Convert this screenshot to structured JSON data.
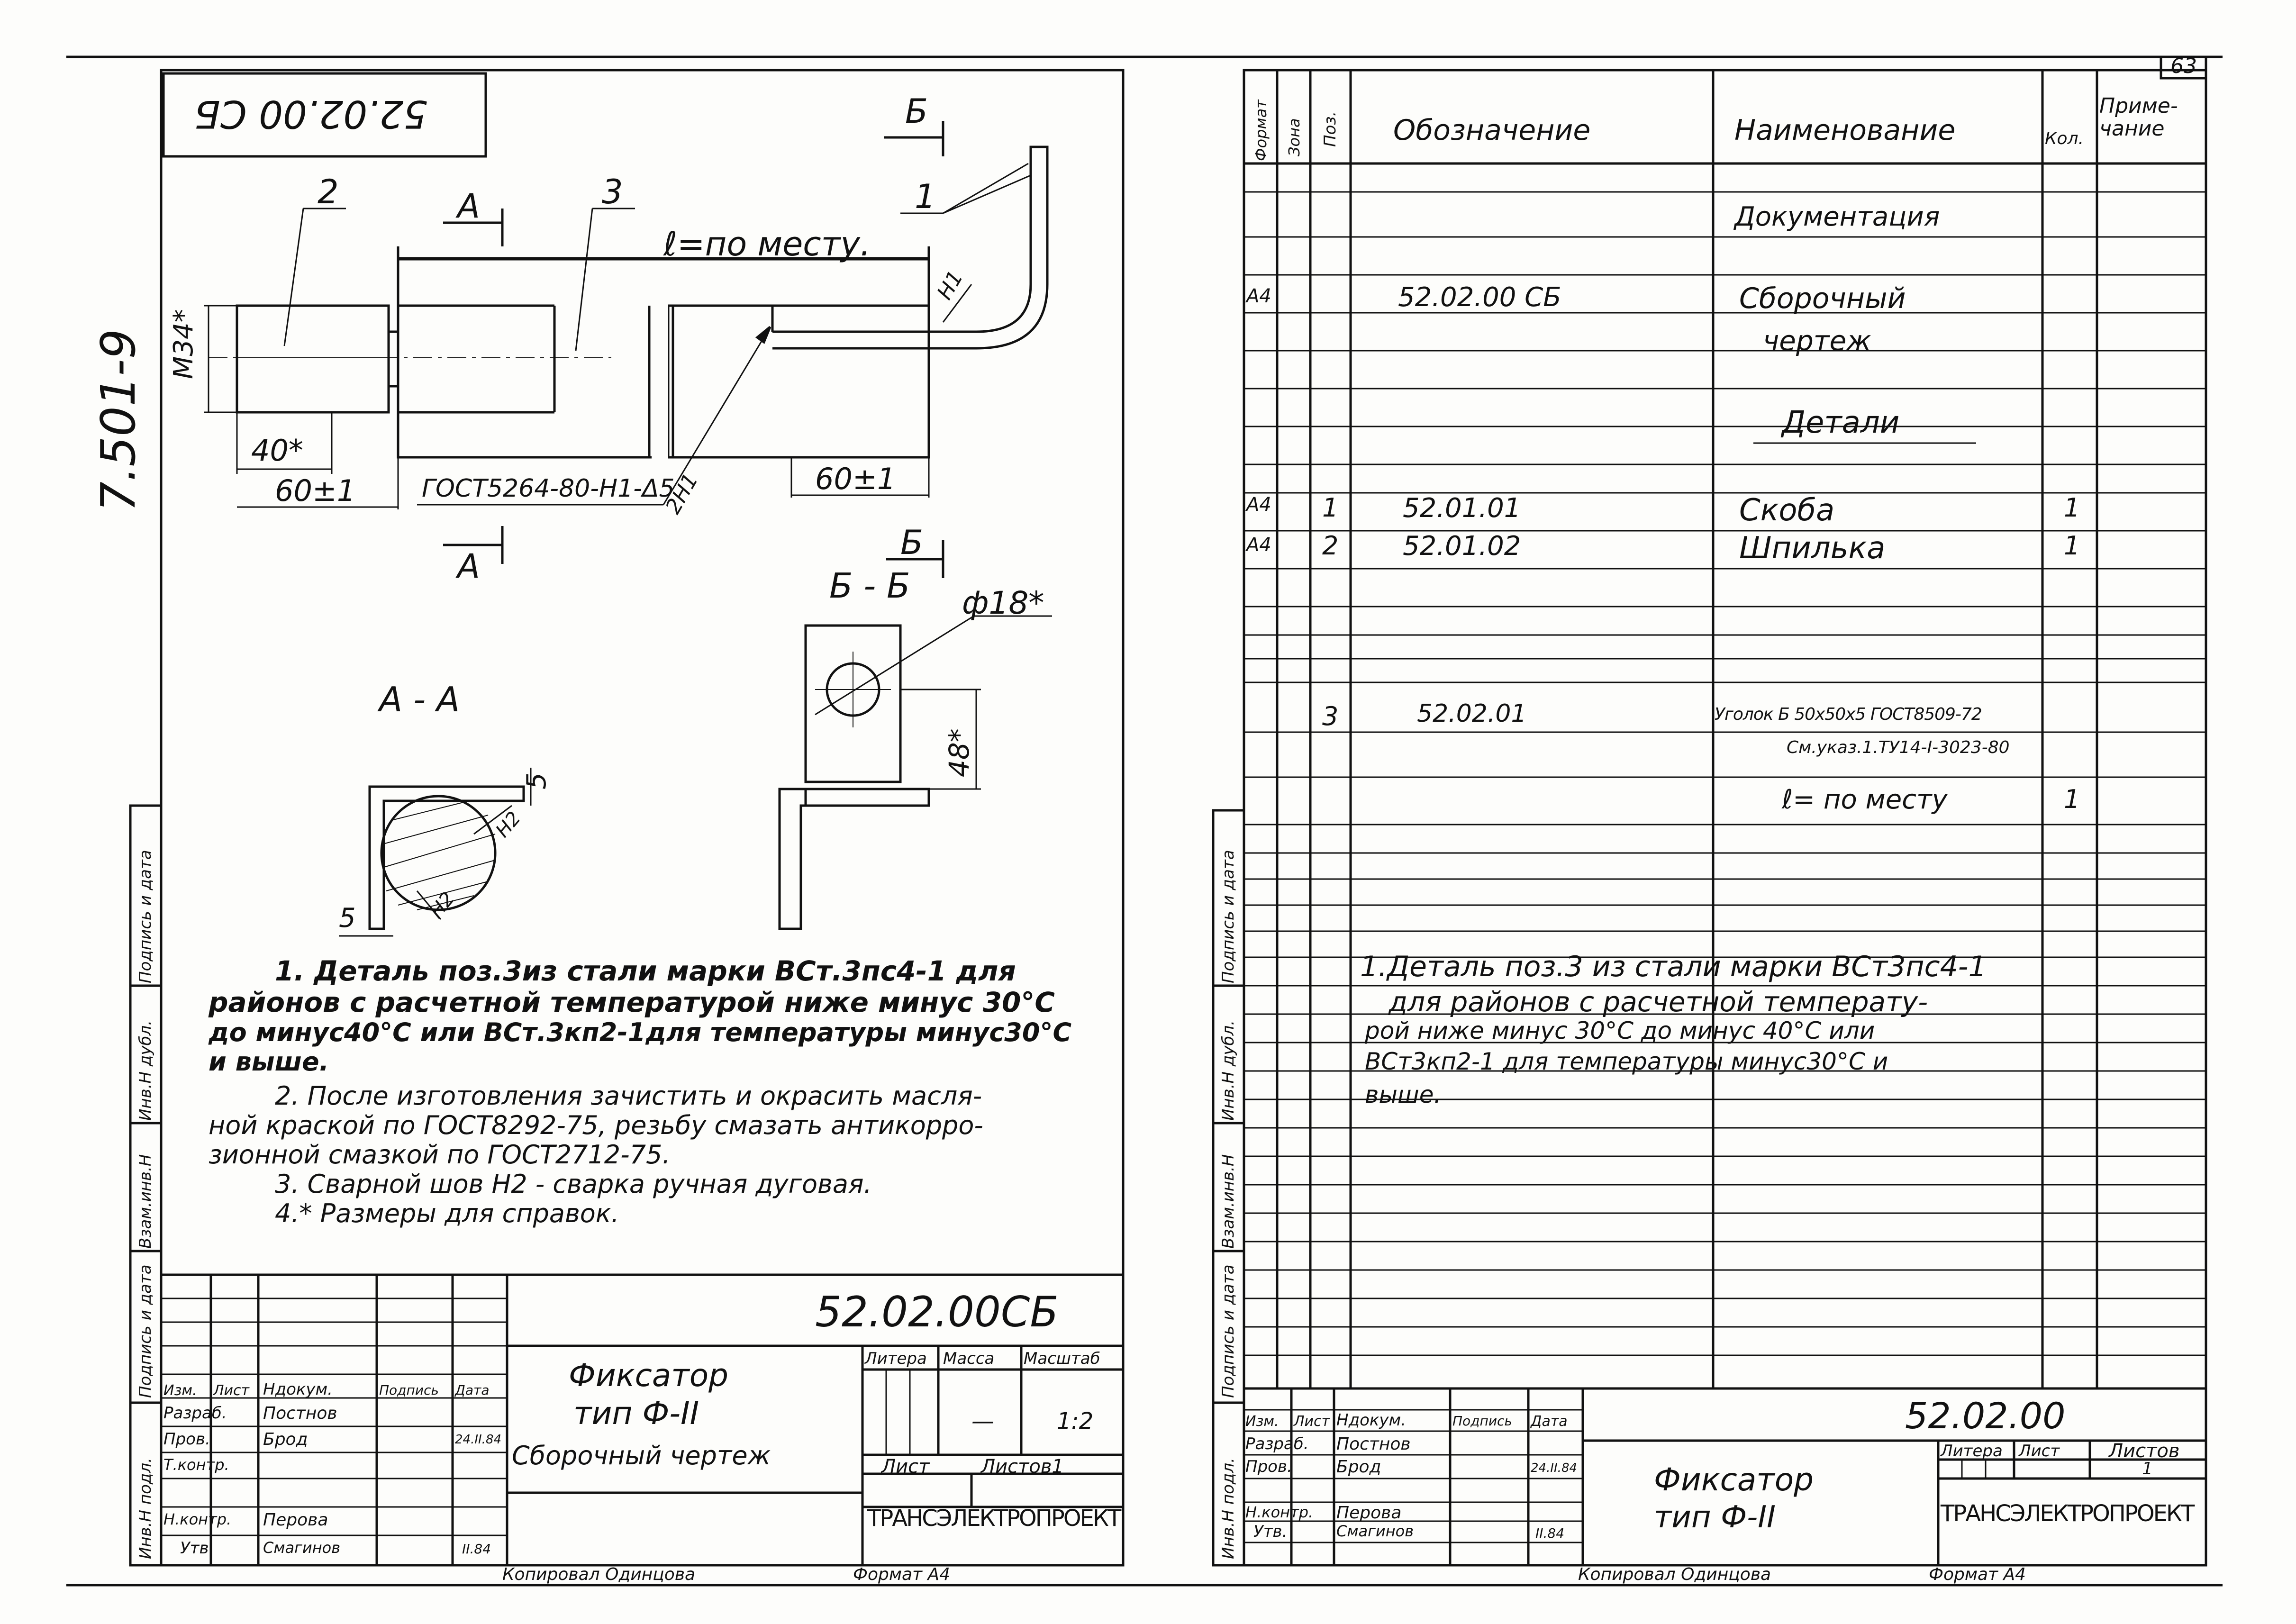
{
  "page_number": "63",
  "left_sheet": {
    "top_code_rotated": "52.02.00 СБ",
    "side_code": "7.501-9",
    "view_b_marker": "Б",
    "leader_1": "1",
    "leader_2": "2",
    "leader_3": "3",
    "section_a_marker": "А",
    "length_note": "ℓ=по месту.",
    "dim_m": "М34*",
    "dim_40": "40*",
    "dim_60_left": "60±1",
    "dim_60_right": "60±1",
    "weld_gost": "ГОСТ5264-80-Н1-Δ5",
    "weld_2h1": "2Н1",
    "weld_h1": "Н1",
    "section_bb": "Б - Б",
    "dim_phi18": "ф18*",
    "dim_48": "48*",
    "section_aa": "А - А",
    "dim_5_top": "5",
    "dim_5_left": "5",
    "weld_h2_a": "Н2",
    "weld_h2_b": "Н2",
    "notes": [
      "1.  Деталь поз.3из стали марки ВСт.3пс4-1 для",
      "районов с расчетной температурой ниже минус 30°С",
      "до минус40°С или ВСт.3кп2-1для температуры минус30°С",
      "и выше.",
      "2. После изготовления зачистить и окрасить масля-",
      "ной краской по ГОСТ8292-75, резьбу смазать антикорро-",
      "зионной смазкой по ГОСТ2712-75.",
      "3.  Сварной шов Н2 - сварка ручная дуговая.",
      "4.* Размеры для справок."
    ],
    "side_labels": [
      "Инв.Н подл.",
      "Подпись и дата",
      "Взам.инв.Н",
      "Инв.Н дубл.",
      "Подпись и дата"
    ],
    "title_block": {
      "code": "52.02.00СБ",
      "name_line1": "Фиксатор",
      "name_line2": "тип Ф-II",
      "name_line3": "Сборочный чертеж",
      "hdr_litera": "Литера",
      "hdr_massa": "Масса",
      "hdr_masshtab": "Масштаб",
      "massa_value": "—",
      "scale_value": "1:2",
      "list_label": "Лист",
      "listov_label": "Листов1",
      "org": "ТРАНСЭЛЕКТРОПРОЕКТ",
      "col_izm": "Изм.",
      "col_list": "Лист",
      "col_doc": "Ндокум.",
      "col_sign": "Подпись",
      "col_date": "Дата",
      "rows": [
        {
          "role": "Разраб.",
          "name": "Постнов",
          "date": ""
        },
        {
          "role": "Пров.",
          "name": "Брод",
          "date": "24.II.84"
        },
        {
          "role": "Т.контр.",
          "name": "",
          "date": ""
        },
        {
          "role": "",
          "name": "",
          "date": ""
        },
        {
          "role": "Н.контр.",
          "name": "Перова",
          "date": ""
        },
        {
          "role": "Утв.",
          "name": "Смагинов",
          "date": "II.84"
        }
      ],
      "copied": "Копировал Одинцова",
      "format": "Формат А4"
    }
  },
  "right_sheet": {
    "headers": {
      "format": "Формат",
      "zone": "Зона",
      "pos": "Поз.",
      "designation": "Обозначение",
      "name": "Наименование",
      "qty": "Кол.",
      "note": "Приме-чание"
    },
    "rows": [
      {
        "format": "",
        "pos": "",
        "designation": "",
        "name": "Документация",
        "qty": ""
      },
      {
        "format": "А4",
        "pos": "",
        "designation": "52.02.00 СБ",
        "name": "Сборочный",
        "qty": ""
      },
      {
        "format": "",
        "pos": "",
        "designation": "",
        "name": "чертеж",
        "qty": ""
      },
      {
        "format": "",
        "pos": "",
        "designation": "",
        "name": "Детали",
        "qty": ""
      },
      {
        "format": "А4",
        "pos": "1",
        "designation": "52.01.01",
        "name": "Скоба",
        "qty": "1"
      },
      {
        "format": "А4",
        "pos": "2",
        "designation": "52.01.02",
        "name": "Шпилька",
        "qty": "1"
      },
      {
        "format": "",
        "pos": "3",
        "designation": "52.02.01",
        "name": "Уголок Б 50х50х5 ГОСТ8509-72",
        "qty": ""
      },
      {
        "format": "",
        "pos": "",
        "designation": "",
        "name": "См.указ.1.ТУ14-I-3023-80",
        "qty": ""
      },
      {
        "format": "",
        "pos": "",
        "designation": "",
        "name": "ℓ= по месту",
        "qty": "1"
      }
    ],
    "note_lines": [
      "1.Деталь  поз.3 из   стали марки ВСт3пс4-1",
      "для   районов с расчетной  температу-",
      "рой  ниже минус   30°С до минус 40°С  или",
      "ВСт3кп2-1 для  температуры минус30°С  и",
      "выше."
    ],
    "side_labels": [
      "Инв.Н подл.",
      "Подпись и дата",
      "Взам.инв.Н",
      "Инв.Н дубл.",
      "Подпись и дата"
    ],
    "title_block": {
      "code": "52.02.00",
      "name_line1": "Фиксатор",
      "name_line2": "тип Ф-II",
      "hdr_litera": "Литера",
      "hdr_list": "Лист",
      "hdr_listov": "Листов",
      "listov_value": "1",
      "org": "ТРАНСЭЛЕКТРОПРОЕКТ",
      "col_izm": "Изм.",
      "col_list": "Лист",
      "col_doc": "Ндокум.",
      "col_sign": "Подпись",
      "col_date": "Дата",
      "rows": [
        {
          "role": "Разраб.",
          "name": "Постнов",
          "date": ""
        },
        {
          "role": "Пров.",
          "name": "Брод",
          "date": "24.II.84"
        },
        {
          "role": "",
          "name": "",
          "date": ""
        },
        {
          "role": "Н.контр.",
          "name": "Перова",
          "date": ""
        },
        {
          "role": "Утв.",
          "name": "Смагинов",
          "date": "II.84"
        }
      ],
      "copied": "Копировал Одинцова",
      "format": "Формат А4"
    }
  }
}
